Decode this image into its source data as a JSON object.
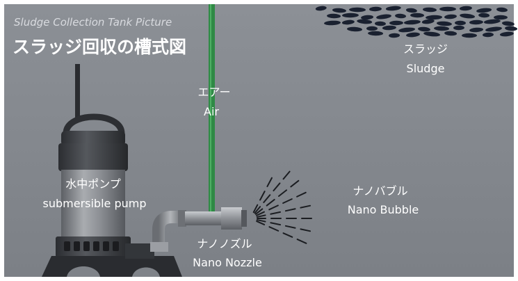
{
  "title": {
    "english": "Sludge Collection Tank Picture",
    "japanese": "スラッジ回収の槽式図"
  },
  "labels": {
    "sludge": {
      "ja": "スラッジ",
      "en": "Sludge"
    },
    "air": {
      "ja": "エアー",
      "en": "Air"
    },
    "pump": {
      "ja": "水中ポンプ",
      "en": "submersible pump"
    },
    "nano_bubble": {
      "ja": "ナノバブル",
      "en": "Nano Bubble"
    },
    "nano_nozzle": {
      "ja": "ナノノズル",
      "en": "Nano Nozzle"
    }
  },
  "colors": {
    "water_top": "#8b8f95",
    "water_bottom": "#7d8187",
    "air_pipe": "#2f8a45",
    "pump_body": "#3a3d41",
    "sludge_flake": "#1a2130"
  }
}
